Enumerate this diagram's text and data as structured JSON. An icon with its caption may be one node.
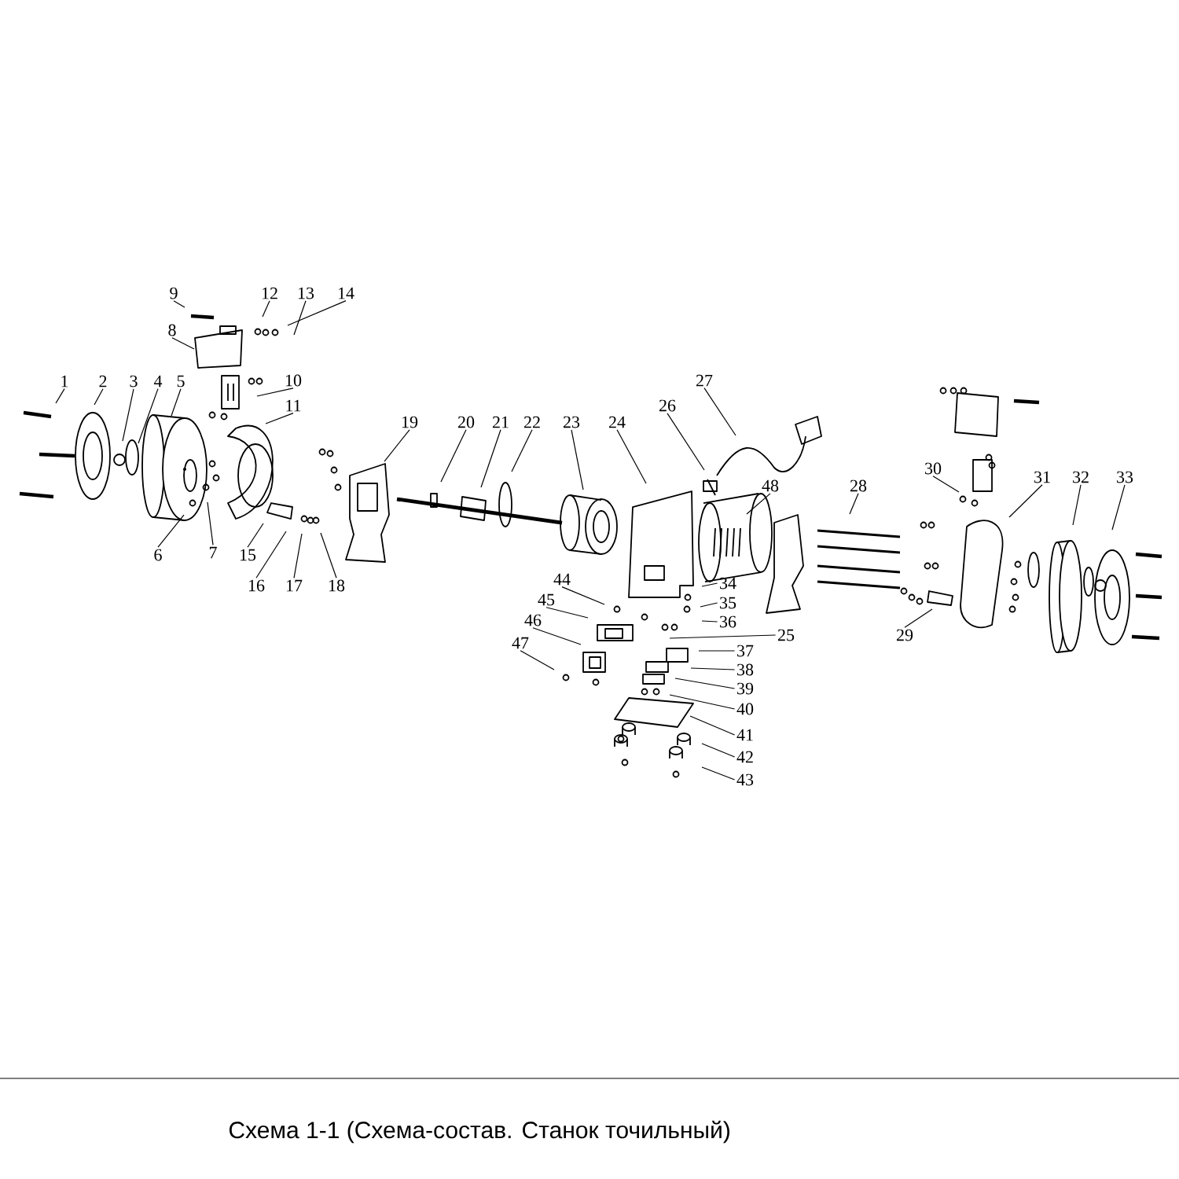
{
  "diagram": {
    "caption": "Схема 1-1 (Схема-состав. Станок точильный)",
    "nodes": [
      {
        "text": [
          "1"
        ]
      },
      {
        "text": [
          "2"
        ]
      },
      {
        "text": [
          "3"
        ]
      },
      {
        "text": [
          "4"
        ]
      },
      {
        "text": [
          "5"
        ]
      },
      {
        "text": [
          "6"
        ]
      },
      {
        "text": [
          "7"
        ]
      },
      {
        "text": [
          "8"
        ]
      },
      {
        "text": [
          "9"
        ]
      },
      {
        "text": [
          "10"
        ]
      },
      {
        "text": [
          "11"
        ]
      },
      {
        "text": [
          "12"
        ]
      },
      {
        "text": [
          "13"
        ]
      },
      {
        "text": [
          "14"
        ]
      },
      {
        "text": [
          "15"
        ]
      },
      {
        "text": [
          "16"
        ]
      },
      {
        "text": [
          "17"
        ]
      },
      {
        "text": [
          "18"
        ]
      },
      {
        "text": [
          "19"
        ]
      },
      {
        "text": [
          "20"
        ]
      },
      {
        "text": [
          "21"
        ]
      },
      {
        "text": [
          "22"
        ]
      },
      {
        "text": [
          "23"
        ]
      },
      {
        "text": [
          "24"
        ]
      },
      {
        "text": [
          "25"
        ]
      },
      {
        "text": [
          "26"
        ]
      },
      {
        "text": [
          "27"
        ]
      },
      {
        "text": [
          "28"
        ]
      },
      {
        "text": [
          "29"
        ]
      },
      {
        "text": [
          "30"
        ]
      },
      {
        "text": [
          "31"
        ]
      },
      {
        "text": [
          "32"
        ]
      },
      {
        "text": [
          "33"
        ]
      },
      {
        "text": [
          "34"
        ]
      },
      {
        "text": [
          "35"
        ]
      },
      {
        "text": [
          "36"
        ]
      },
      {
        "text": [
          "37"
        ]
      },
      {
        "text": [
          "38"
        ]
      },
      {
        "text": [
          "39"
        ]
      },
      {
        "text": [
          "40"
        ]
      },
      {
        "text": [
          "41"
        ]
      },
      {
        "text": [
          "42"
        ]
      },
      {
        "text": [
          "43"
        ]
      },
      {
        "text": [
          "44"
        ]
      },
      {
        "text": [
          "45"
        ]
      },
      {
        "text": [
          "46"
        ]
      },
      {
        "text": [
          "47"
        ]
      },
      {
        "text": [
          "48"
        ]
      }
    ],
    "edges": [
      {
        "from": 0,
        "to": null,
        "arrow": "none"
      },
      {
        "from": 1,
        "to": null,
        "arrow": "none"
      },
      {
        "from": 2,
        "to": null,
        "arrow": "none"
      },
      {
        "from": 3,
        "to": null,
        "arrow": "none"
      },
      {
        "from": 4,
        "to": null,
        "arrow": "none"
      },
      {
        "from": 5,
        "to": null,
        "arrow": "none"
      },
      {
        "from": 6,
        "to": null,
        "arrow": "none"
      },
      {
        "from": 7,
        "to": null,
        "arrow": "none"
      },
      {
        "from": 8,
        "to": null,
        "arrow": "none"
      },
      {
        "from": 9,
        "to": null,
        "arrow": "none"
      },
      {
        "from": 10,
        "to": null,
        "arrow": "none"
      },
      {
        "from": 11,
        "to": null,
        "arrow": "none"
      },
      {
        "from": 12,
        "to": null,
        "arrow": "none"
      },
      {
        "from": 13,
        "to": null,
        "arrow": "none"
      },
      {
        "from": 14,
        "to": null,
        "arrow": "none"
      },
      {
        "from": 15,
        "to": null,
        "arrow": "none"
      },
      {
        "from": 16,
        "to": null,
        "arrow": "none"
      },
      {
        "from": 17,
        "to": null,
        "arrow": "none"
      },
      {
        "from": 18,
        "to": null,
        "arrow": "none"
      },
      {
        "from": 19,
        "to": null,
        "arrow": "none"
      },
      {
        "from": 20,
        "to": null,
        "arrow": "none"
      },
      {
        "from": 21,
        "to": null,
        "arrow": "none"
      },
      {
        "from": 22,
        "to": null,
        "arrow": "none"
      },
      {
        "from": 23,
        "to": null,
        "arrow": "none"
      },
      {
        "from": 24,
        "to": null,
        "arrow": "none"
      },
      {
        "from": 25,
        "to": null,
        "arrow": "none"
      },
      {
        "from": 26,
        "to": null,
        "arrow": "none"
      },
      {
        "from": 27,
        "to": null,
        "arrow": "none"
      },
      {
        "from": 28,
        "to": null,
        "arrow": "none"
      },
      {
        "from": 29,
        "to": null,
        "arrow": "none"
      },
      {
        "from": 30,
        "to": null,
        "arrow": "none"
      },
      {
        "from": 31,
        "to": null,
        "arrow": "none"
      },
      {
        "from": 32,
        "to": null,
        "arrow": "none"
      },
      {
        "from": 33,
        "to": null,
        "arrow": "none"
      },
      {
        "from": 34,
        "to": null,
        "arrow": "none"
      },
      {
        "from": 35,
        "to": null,
        "arrow": "none"
      },
      {
        "from": 36,
        "to": null,
        "arrow": "none"
      },
      {
        "from": 37,
        "to": null,
        "arrow": "none"
      },
      {
        "from": 38,
        "to": null,
        "arrow": "none"
      },
      {
        "from": 39,
        "to": null,
        "arrow": "none"
      },
      {
        "from": 40,
        "to": null,
        "arrow": "none"
      },
      {
        "from": 41,
        "to": null,
        "arrow": "none"
      },
      {
        "from": 42,
        "to": null,
        "arrow": "none"
      },
      {
        "from": 43,
        "to": null,
        "arrow": "none"
      },
      {
        "from": 44,
        "to": null,
        "arrow": "none"
      },
      {
        "from": 45,
        "to": null,
        "arrow": "none"
      },
      {
        "from": 46,
        "to": null,
        "arrow": "none"
      },
      {
        "from": 47,
        "to": null,
        "arrow": "none"
      }
    ]
  }
}
